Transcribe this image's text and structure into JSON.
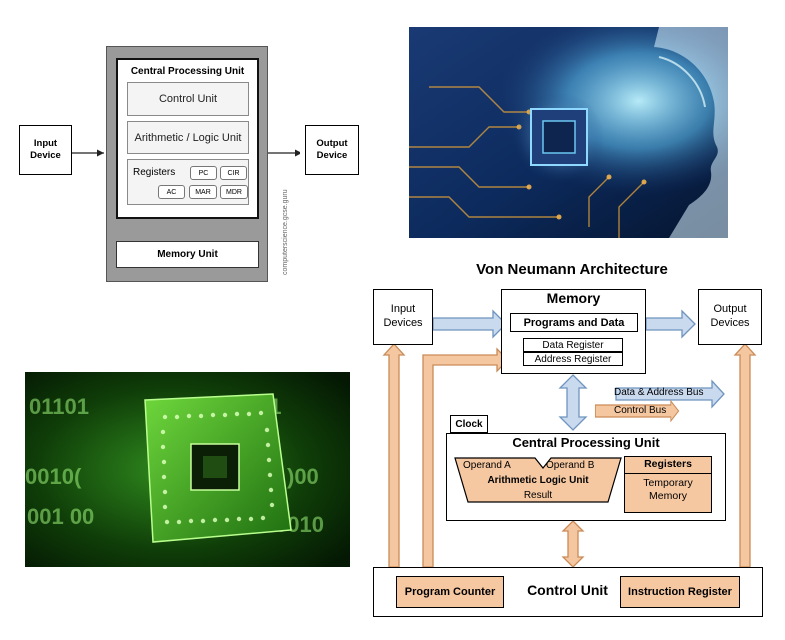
{
  "cpu_diagram": {
    "input_device": "Input\nDevice",
    "output_device": "Output\nDevice",
    "cpu_title": "Central Processing Unit",
    "control_unit": "Control Unit",
    "alu": "Arithmetic / Logic Unit",
    "registers_label": "Registers",
    "registers": [
      "PC",
      "CIR",
      "AC",
      "MAR",
      "MDR"
    ],
    "memory_unit": "Memory Unit",
    "watermark": "computerscience.gcse.guru"
  },
  "von_neumann": {
    "title": "Von Neumann Architecture",
    "input_devices": "Input\nDevices",
    "output_devices": "Output\nDevices",
    "memory": "Memory",
    "programs_and_data": "Programs and Data",
    "data_register": "Data Register",
    "address_register": "Address Register",
    "legend_data_address_bus": "Data & Address Bus",
    "legend_control_bus": "Control Bus",
    "clock": "Clock",
    "cpu": "Central Processing Unit",
    "operand_a": "Operand  A",
    "operand_b": "Operand B",
    "alu": "Arithmetic Logic Unit",
    "result": "Result",
    "registers": "Registers",
    "temporary_memory": "Temporary\nMemory",
    "program_counter": "Program Counter",
    "control_unit": "Control Unit",
    "instruction_register": "Instruction Register"
  },
  "colors": {
    "data_bus_fill": "#c9d9ee",
    "data_bus_stroke": "#6f94bf",
    "control_bus_fill": "#f4c7a1",
    "control_bus_stroke": "#c98b58",
    "orange_box": "#f6c8a2",
    "gray_frame": "#9a9a9a"
  }
}
